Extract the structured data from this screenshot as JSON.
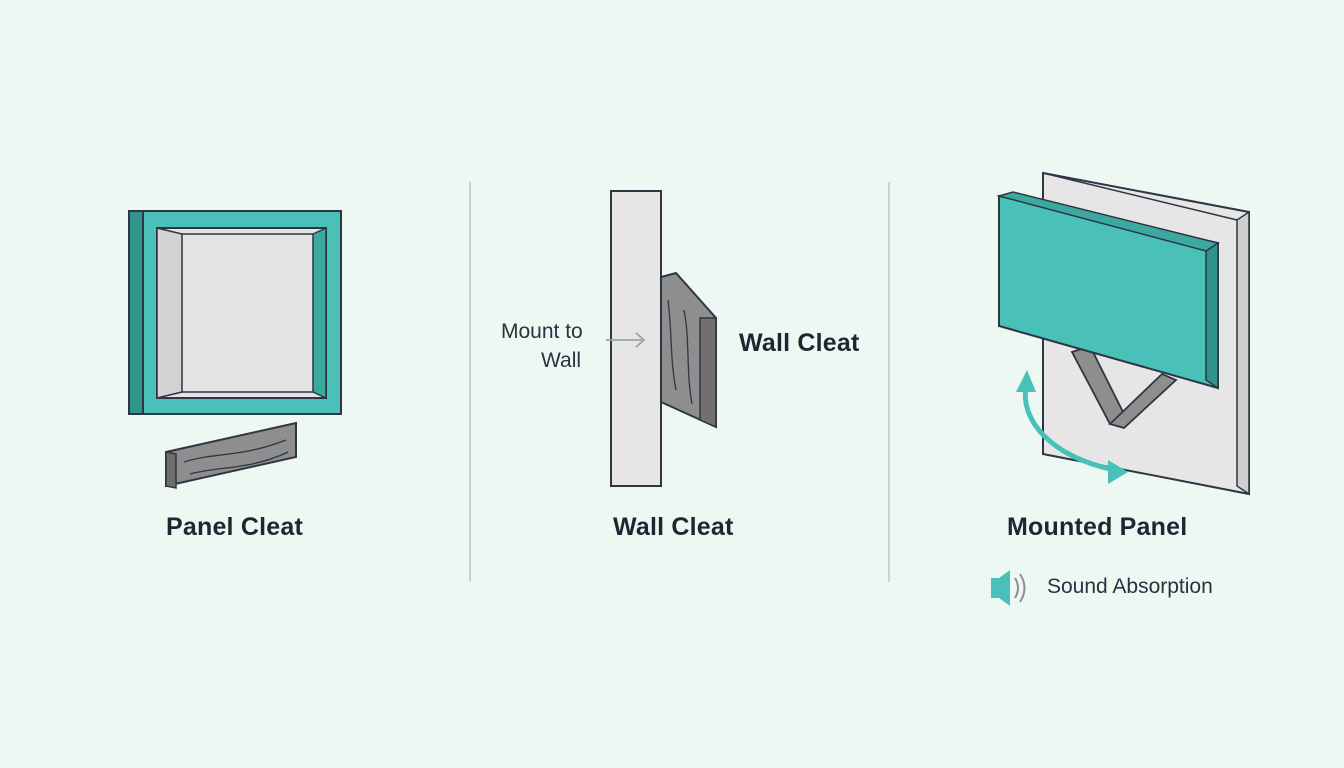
{
  "sections": [
    {
      "title": "Panel Cleat"
    },
    {
      "title": "Wall Cleat",
      "callout_title": "Wall Cleat",
      "annotation_line1": "Mount to",
      "annotation_line2": "Wall"
    },
    {
      "title": "Mounted Panel",
      "legend_label": "Sound Absorption"
    }
  ],
  "colors": {
    "background": "#eef8f3",
    "teal": "#49c1b8",
    "teal_dark": "#2f948c",
    "wall": "#e6e6e6",
    "wood": "#8e8e8e",
    "outline": "#2f3542",
    "divider": "#c9d3ce"
  }
}
